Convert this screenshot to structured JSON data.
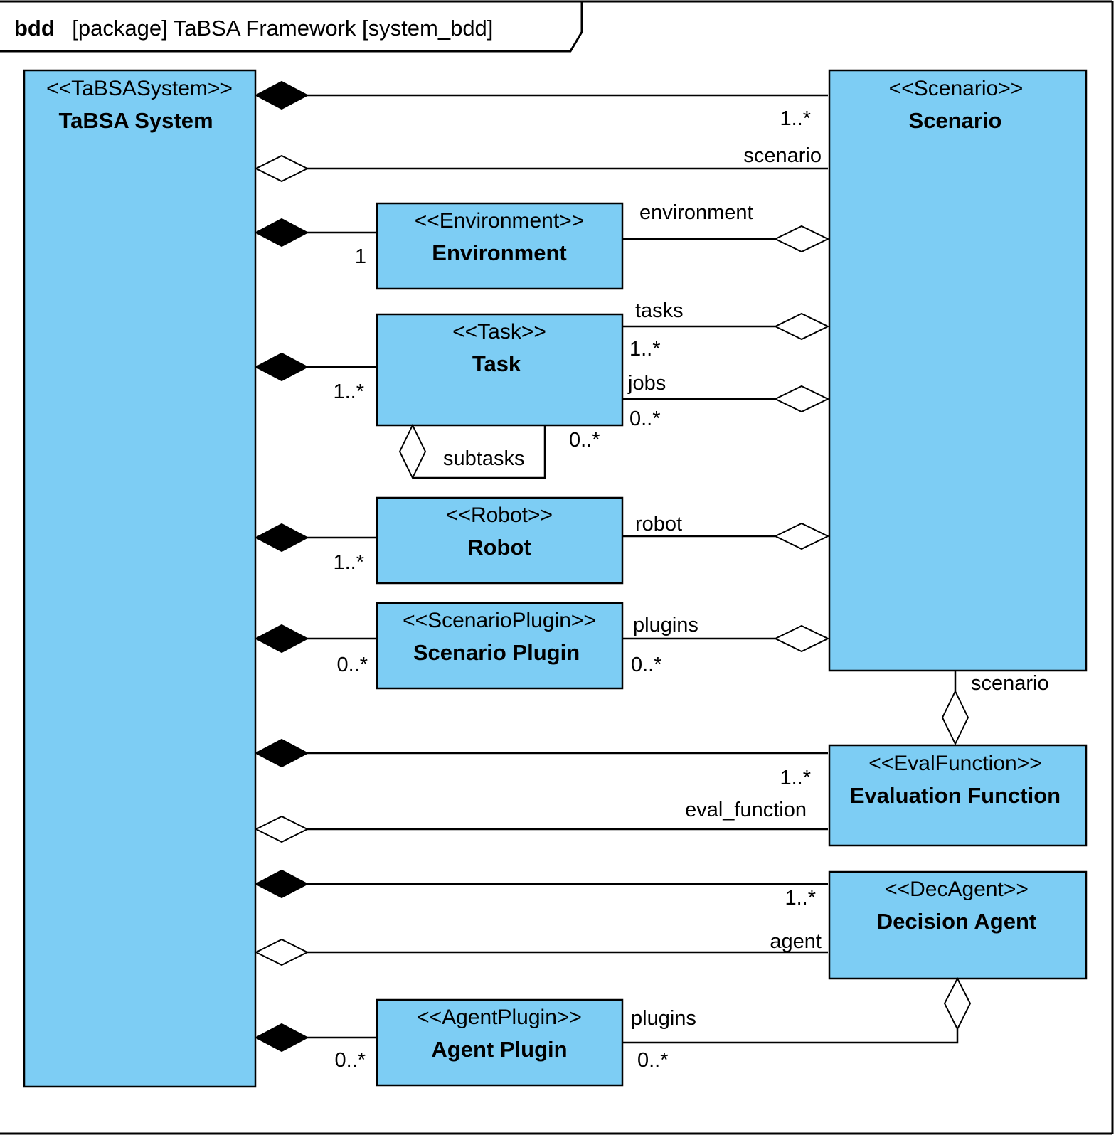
{
  "frame": {
    "keyword": "bdd",
    "title": "[package] TaBSA Framework [system_bdd]"
  },
  "blocks": {
    "tabsa_system": {
      "stereotype": "<<TaBSASystem>>",
      "name": "TaBSA System"
    },
    "scenario": {
      "stereotype": "<<Scenario>>",
      "name": "Scenario"
    },
    "environment": {
      "stereotype": "<<Environment>>",
      "name": "Environment"
    },
    "task": {
      "stereotype": "<<Task>>",
      "name": "Task"
    },
    "robot": {
      "stereotype": "<<Robot>>",
      "name": "Robot"
    },
    "scenario_plugin": {
      "stereotype": "<<ScenarioPlugin>>",
      "name": "Scenario Plugin"
    },
    "eval_function": {
      "stereotype": "<<EvalFunction>>",
      "name": "Evaluation Function"
    },
    "decision_agent": {
      "stereotype": "<<DecAgent>>",
      "name": "Decision Agent"
    },
    "agent_plugin": {
      "stereotype": "<<AgentPlugin>>",
      "name": "Agent Plugin"
    }
  },
  "labels": {
    "sys_scenario_mult": "1..*",
    "sys_scenario_role": "scenario",
    "env_role": "environment",
    "env_mult": "1",
    "tasks_role": "tasks",
    "tasks_mult": "1..*",
    "jobs_role": "jobs",
    "jobs_mult": "0..*",
    "task_mult": "1..*",
    "subtasks_role": "subtasks",
    "subtasks_mult": "0..*",
    "robot_role": "robot",
    "robot_mult": "1..*",
    "plugins_role": "plugins",
    "plugins_mult": "0..*",
    "splugin_mult": "0..*",
    "eval_scenario_role": "scenario",
    "eval_mult": "1..*",
    "eval_role": "eval_function",
    "agent_mult": "1..*",
    "agent_role": "agent",
    "aplugins_role": "plugins",
    "aplugins_mult": "0..*",
    "aplugin_mult": "0..*"
  }
}
